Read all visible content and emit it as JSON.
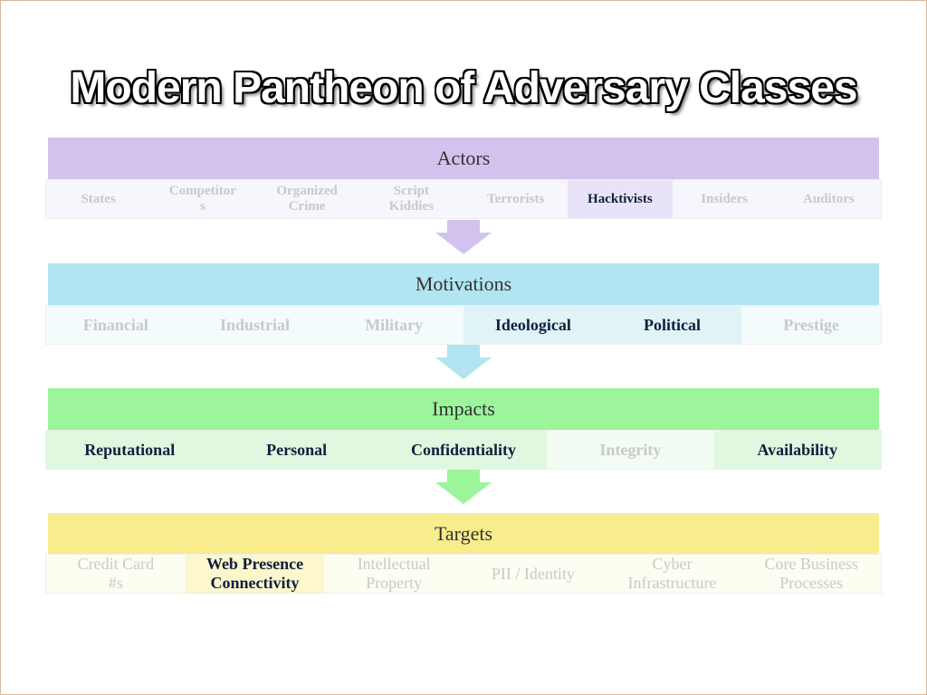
{
  "title": "Modern Pantheon of Adversary Classes",
  "colors": {
    "actors": "#d2c3ee",
    "motivations": "#b1e5f1",
    "impacts": "#9cf59a",
    "targets": "#f9ec8d",
    "highlight_text": "#0f1f3d",
    "faded_text": "#c9c9c9"
  },
  "actors": {
    "label": "Actors",
    "items": [
      {
        "label": "States",
        "highlighted": false
      },
      {
        "label": "Competitor\ns",
        "highlighted": false
      },
      {
        "label": "Organized\nCrime",
        "highlighted": false
      },
      {
        "label": "Script\nKiddies",
        "highlighted": false
      },
      {
        "label": "Terrorists",
        "highlighted": false
      },
      {
        "label": "Hacktivists",
        "highlighted": true
      },
      {
        "label": "Insiders",
        "highlighted": false
      },
      {
        "label": "Auditors",
        "highlighted": false
      }
    ]
  },
  "motivations": {
    "label": "Motivations",
    "items": [
      {
        "label": "Financial",
        "highlighted": false
      },
      {
        "label": "Industrial",
        "highlighted": false
      },
      {
        "label": "Military",
        "highlighted": false
      },
      {
        "label": "Ideological",
        "highlighted": true
      },
      {
        "label": "Political",
        "highlighted": true
      },
      {
        "label": "Prestige",
        "highlighted": false
      }
    ]
  },
  "impacts": {
    "label": "Impacts",
    "items": [
      {
        "label": "Reputational",
        "highlighted": true
      },
      {
        "label": "Personal",
        "highlighted": true
      },
      {
        "label": "Confidentiality",
        "highlighted": true
      },
      {
        "label": "Integrity",
        "highlighted": false
      },
      {
        "label": "Availability",
        "highlighted": true
      }
    ]
  },
  "targets": {
    "label": "Targets",
    "items": [
      {
        "label": "Credit Card\n#s",
        "highlighted": false
      },
      {
        "label": "Web Presence\nConnectivity",
        "highlighted": true
      },
      {
        "label": "Intellectual\nProperty",
        "highlighted": false
      },
      {
        "label": "PII / Identity",
        "highlighted": false
      },
      {
        "label": "Cyber\nInfrastructure",
        "highlighted": false
      },
      {
        "label": "Core Business\nProcesses",
        "highlighted": false
      }
    ]
  }
}
